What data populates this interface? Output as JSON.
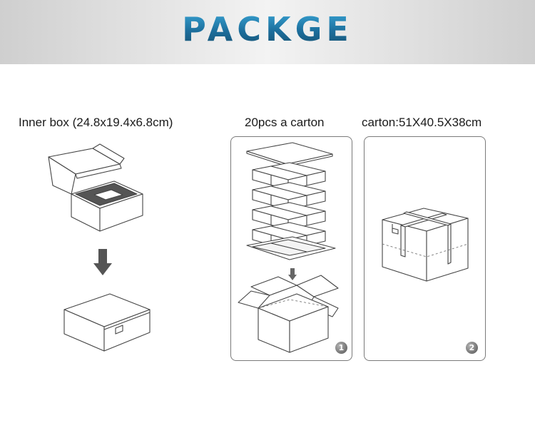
{
  "header": {
    "title": "PACKGE"
  },
  "sections": {
    "inner_box_label": "Inner box (24.8x19.4x6.8cm)",
    "pcs_label": "20pcs a carton",
    "carton_label": "carton:51X40.5X38cm"
  },
  "steps": [
    {
      "number": "1"
    },
    {
      "number": "2"
    }
  ],
  "colors": {
    "title_blue": "#1f6f9a",
    "header_gray": "#d9d9d9",
    "line_gray": "#444444",
    "badge_gray": "#6f6f6f"
  }
}
